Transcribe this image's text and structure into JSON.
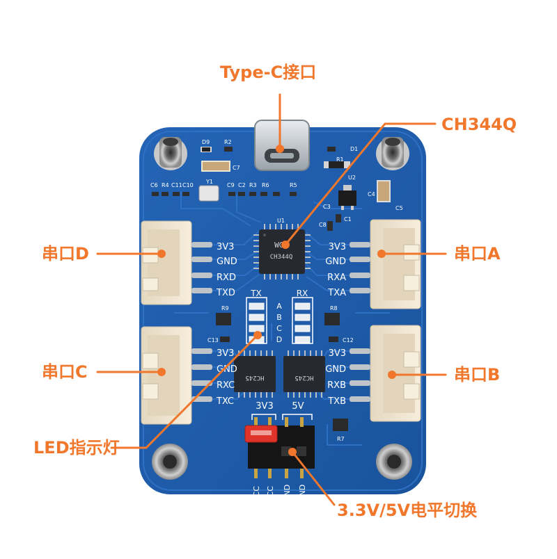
{
  "callouts": {
    "type_c": "Type-C接口",
    "ch344q": "CH344Q",
    "port_d": "串口D",
    "port_a": "串口A",
    "port_c": "串口C",
    "port_b": "串口B",
    "led": "LED指示灯",
    "level_switch": "3.3V/5V电平切换"
  },
  "colors": {
    "callout": "#f0772b",
    "pcb": "#1e5cab",
    "trace": "#2a6bbd",
    "silkscreen": "#ffffff",
    "connector": "#efe4cf",
    "jumper_cap": "#e0342a"
  },
  "silkscreen": {
    "left_pins": [
      "3V3",
      "GND",
      "RXD",
      "TXD"
    ],
    "left_pins_lower": [
      "3V3",
      "GND",
      "RXC",
      "TXC"
    ],
    "right_pins": [
      "3V3",
      "GND",
      "RXA",
      "TXA"
    ],
    "right_pins_lower": [
      "3V3",
      "GND",
      "RXB",
      "TXB"
    ],
    "tx": "TX",
    "rx": "RX",
    "led_letters": [
      "A",
      "B",
      "C",
      "D"
    ],
    "v33": "3V3",
    "v5": "5V",
    "header_labels": [
      "VCC",
      "VCC",
      "GND",
      "GND"
    ],
    "refs": {
      "d9": "D9",
      "r2": "R2",
      "c7": "C7",
      "d1": "D1",
      "r1": "R1",
      "u2": "U2",
      "c6": "C6",
      "r4": "R4",
      "c11": "C11",
      "c10": "C10",
      "y1": "Y1",
      "c9": "C9",
      "c2": "C2",
      "r3": "R3",
      "r6": "R6",
      "r5": "R5",
      "c3": "C3",
      "c8": "C8",
      "c1": "C1",
      "c4": "C4",
      "c5": "C5",
      "u1": "U1",
      "r9": "R9",
      "r8": "R8",
      "c13": "C13",
      "c12": "C12",
      "r7": "R7"
    }
  },
  "chips": {
    "logo_mark": "WCH",
    "u1_marking": "CH344Q",
    "level_left_marking": "HC245",
    "level_right_marking": "HC245"
  }
}
